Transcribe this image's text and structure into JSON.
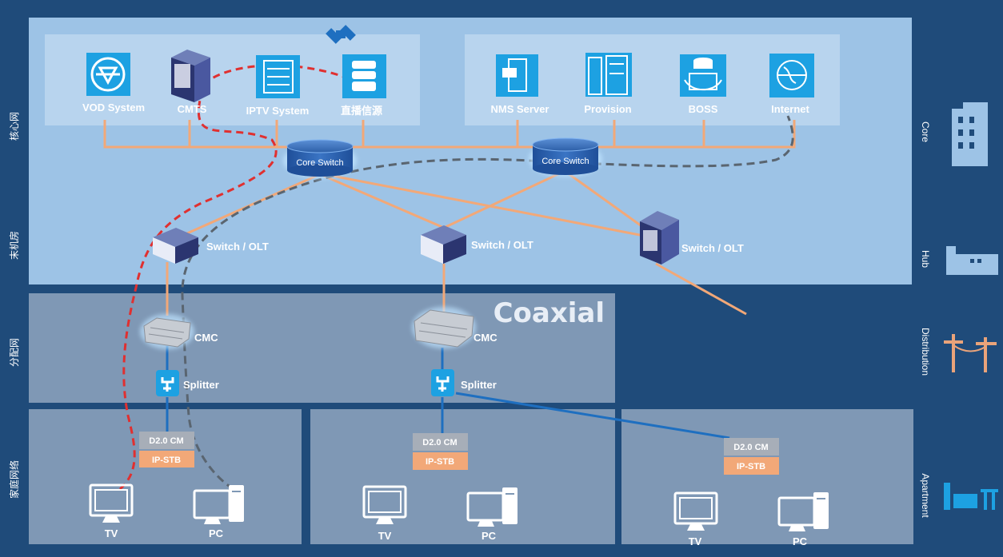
{
  "zones": {
    "core_cn": "核心网",
    "hub_cn": "末机房",
    "distribution_cn": "分配网",
    "home_cn": "家庭网络",
    "core_en": "Core",
    "hub_en": "Hub",
    "distribution_en": "Distribution",
    "apartment_en": "Apartment"
  },
  "services_left": {
    "vod": "VOD System",
    "cmts": "CMTS",
    "iptv": "IPTV System",
    "live": "直播信源"
  },
  "services_right": {
    "nms": "NMS Server",
    "provision": "Provision",
    "boss": "BOSS",
    "internet": "Internet"
  },
  "core_switches": [
    "Core Switch",
    "Core Switch"
  ],
  "olt": [
    "Switch / OLT",
    "Switch / OLT",
    "Switch / OLT"
  ],
  "coaxial_label": "Coaxial",
  "cmc": [
    "CMC",
    "CMC"
  ],
  "splitter": [
    "Splitter",
    "Splitter"
  ],
  "homes": [
    {
      "cm": "D2.0 CM",
      "stb": "IP-STB",
      "tv": "TV",
      "pc": "PC"
    },
    {
      "cm": "D2.0 CM",
      "stb": "IP-STB",
      "tv": "TV",
      "pc": "PC"
    },
    {
      "cm": "D2.0 CM",
      "stb": "IP-STB",
      "tv": "TV",
      "pc": "PC"
    }
  ],
  "colors": {
    "background": "#1f4b7a",
    "core_panel": "#9dc3e6",
    "zone_panel": "#7f98b5",
    "link_orange": "#f2a878",
    "coax_blue": "#1e6fc0",
    "icon_blue": "#1da1e2",
    "path_red": "#e03030",
    "path_gray": "#5a6570"
  }
}
